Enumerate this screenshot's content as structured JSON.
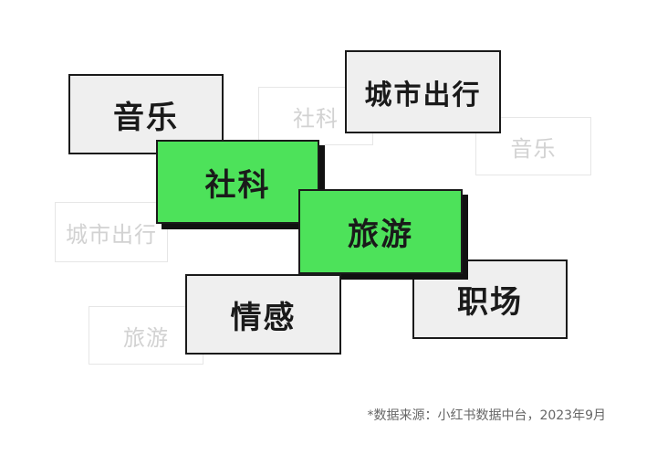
{
  "ghost_tags": {
    "scitech": "社科",
    "music": "音乐",
    "city_travel": "城市出行",
    "travel": "旅游"
  },
  "tags": {
    "music": "音乐",
    "city_travel": "城市出行",
    "scitech": "社科",
    "travel": "旅游",
    "emotion": "情感",
    "workplace": "职场"
  },
  "footnote": "*数据来源：小红书数据中台，2023年9月",
  "colors": {
    "highlight": "#4de25a",
    "tag_bg": "#efefef",
    "border": "#1a1a1a",
    "ghost_text": "#d2d2d2"
  }
}
